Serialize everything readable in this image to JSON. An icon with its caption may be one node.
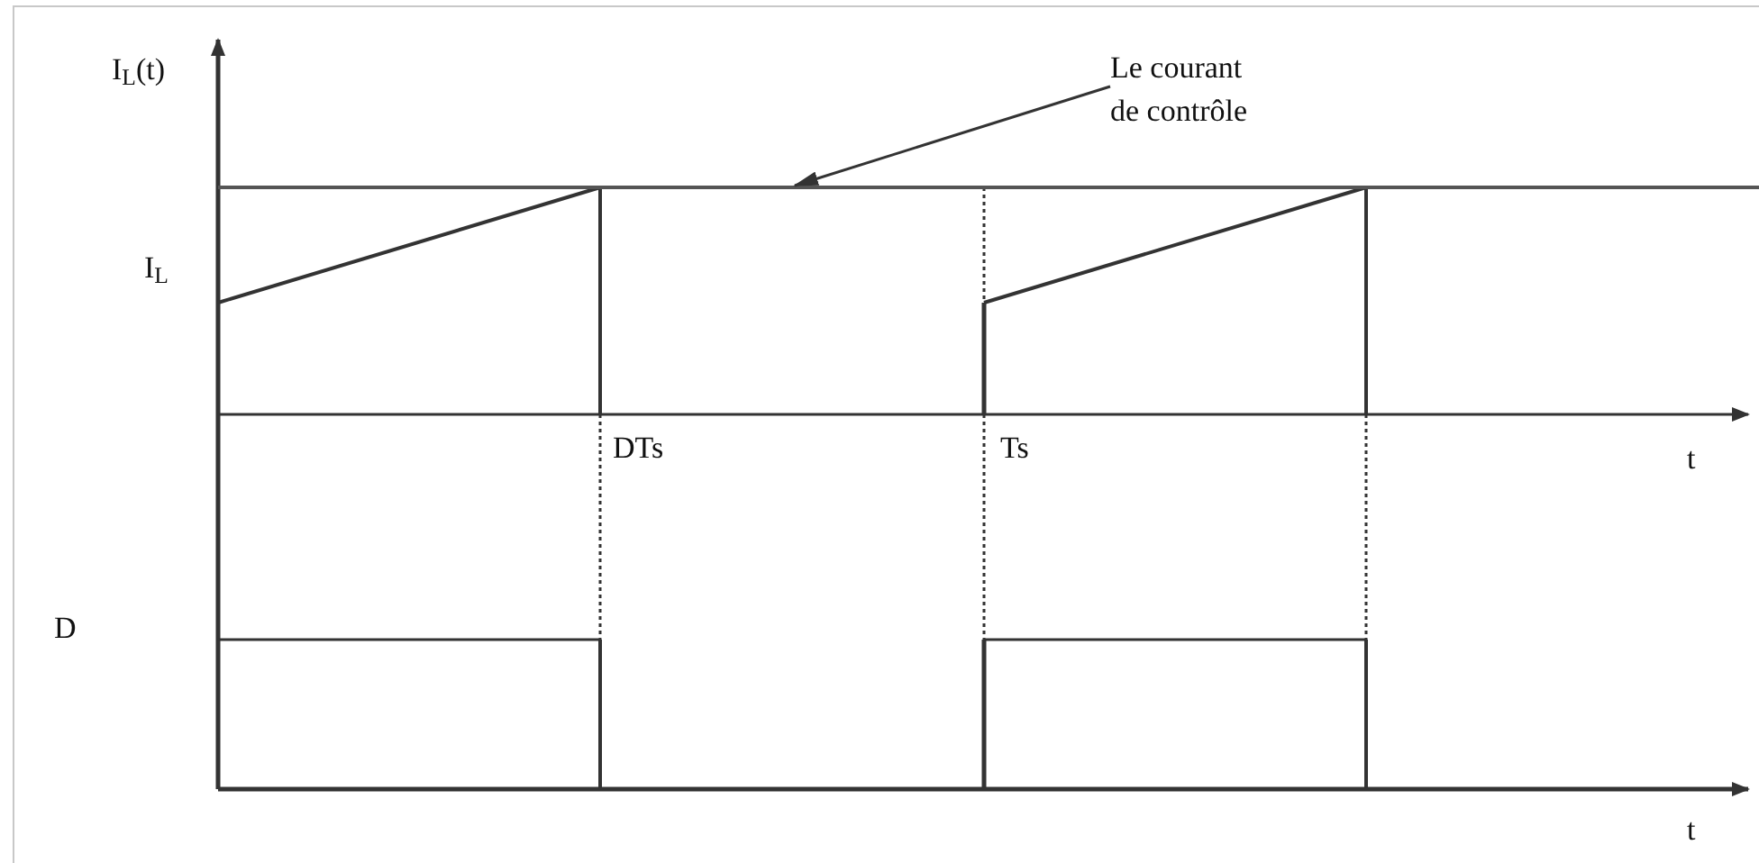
{
  "diagram": {
    "nodes": [
      {
        "text": [
          "Le courant de contrôle"
        ]
      },
      {
        "text": [],
        "shape": "line"
      }
    ],
    "edges": [
      {
        "from": 0,
        "to": 1,
        "arrow": "to"
      }
    ],
    "labels": [
      "I$_{L}$(t)",
      "I$_{L}$",
      "DTs",
      "Ts",
      "t",
      "D",
      "t"
    ]
  }
}
